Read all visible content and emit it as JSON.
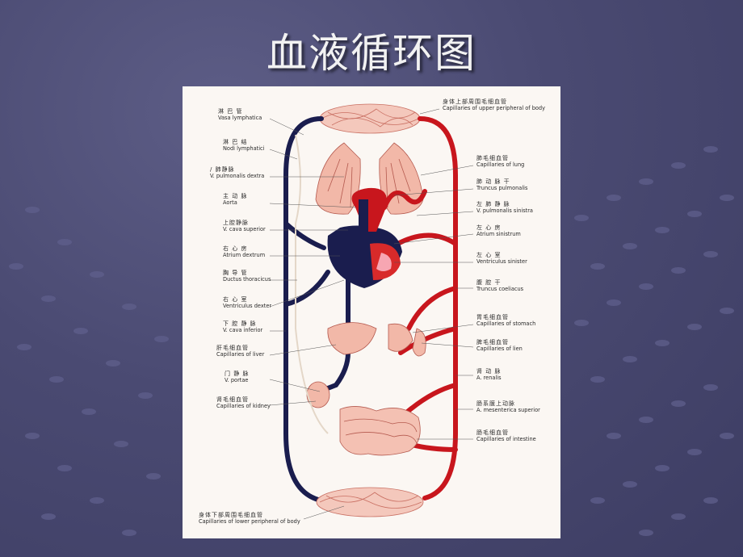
{
  "slide": {
    "title": "血液循环图"
  },
  "colors": {
    "background": "#4a4a72",
    "arterial": "#c8161d",
    "venous": "#1a1d4e",
    "capillary": "#e7a08e",
    "figure_bg": "#fbf7f3"
  },
  "diagram": {
    "labels_left": [
      {
        "cn": "淋 巴 管",
        "en": "Vasa lymphatica"
      },
      {
        "cn": "淋 巴 结",
        "en": "Nodi lymphatici"
      },
      {
        "cn": "/ 肺静脉",
        "en": "V. pulmonalis dextra"
      },
      {
        "cn": "主 动 脉",
        "en": "Aorta"
      },
      {
        "cn": "上腔静脉",
        "en": "V. cava superior"
      },
      {
        "cn": "右 心 房",
        "en": "Atrium dextrum"
      },
      {
        "cn": "胸 导 管",
        "en": "Ductus thoracicus"
      },
      {
        "cn": "右 心 室",
        "en": "Ventriculus dexter"
      },
      {
        "cn": "下 腔 静 脉",
        "en": "V. cava inferior"
      },
      {
        "cn": "肝毛细血管",
        "en": "Capillaries of liver"
      },
      {
        "cn": "门 静 脉",
        "en": "V. portae"
      },
      {
        "cn": "肾毛细血管",
        "en": "Capillaries of kidney"
      }
    ],
    "labels_right": [
      {
        "cn": "身体上部周围毛细血管",
        "en": "Capillaries of upper peripheral of body"
      },
      {
        "cn": "肺毛细血管",
        "en": "Capillaries of lung"
      },
      {
        "cn": "肺 动 脉 干",
        "en": "Truncus pulmonalis"
      },
      {
        "cn": "左 肺 静 脉",
        "en": "V. pulmonalis sinistra"
      },
      {
        "cn": "左 心 房",
        "en": "Atrium sinistrum"
      },
      {
        "cn": "左 心 室",
        "en": "Ventriculus sinister"
      },
      {
        "cn": "腹 腔 干",
        "en": "Truncus coeliacus"
      },
      {
        "cn": "胃毛细血管",
        "en": "Capillaries of stomach"
      },
      {
        "cn": "脾毛细血管",
        "en": "Capillaries of lien"
      },
      {
        "cn": "肾 动 脉",
        "en": "A. renalis"
      },
      {
        "cn": "肠系膜上动脉",
        "en": "A. mesenterica superior"
      },
      {
        "cn": "肠毛细血管",
        "en": "Capillaries of intestine"
      }
    ],
    "label_bottom": {
      "cn": "身体下部周围毛细血管",
      "en": "Capillaries of lower peripheral of body"
    }
  }
}
